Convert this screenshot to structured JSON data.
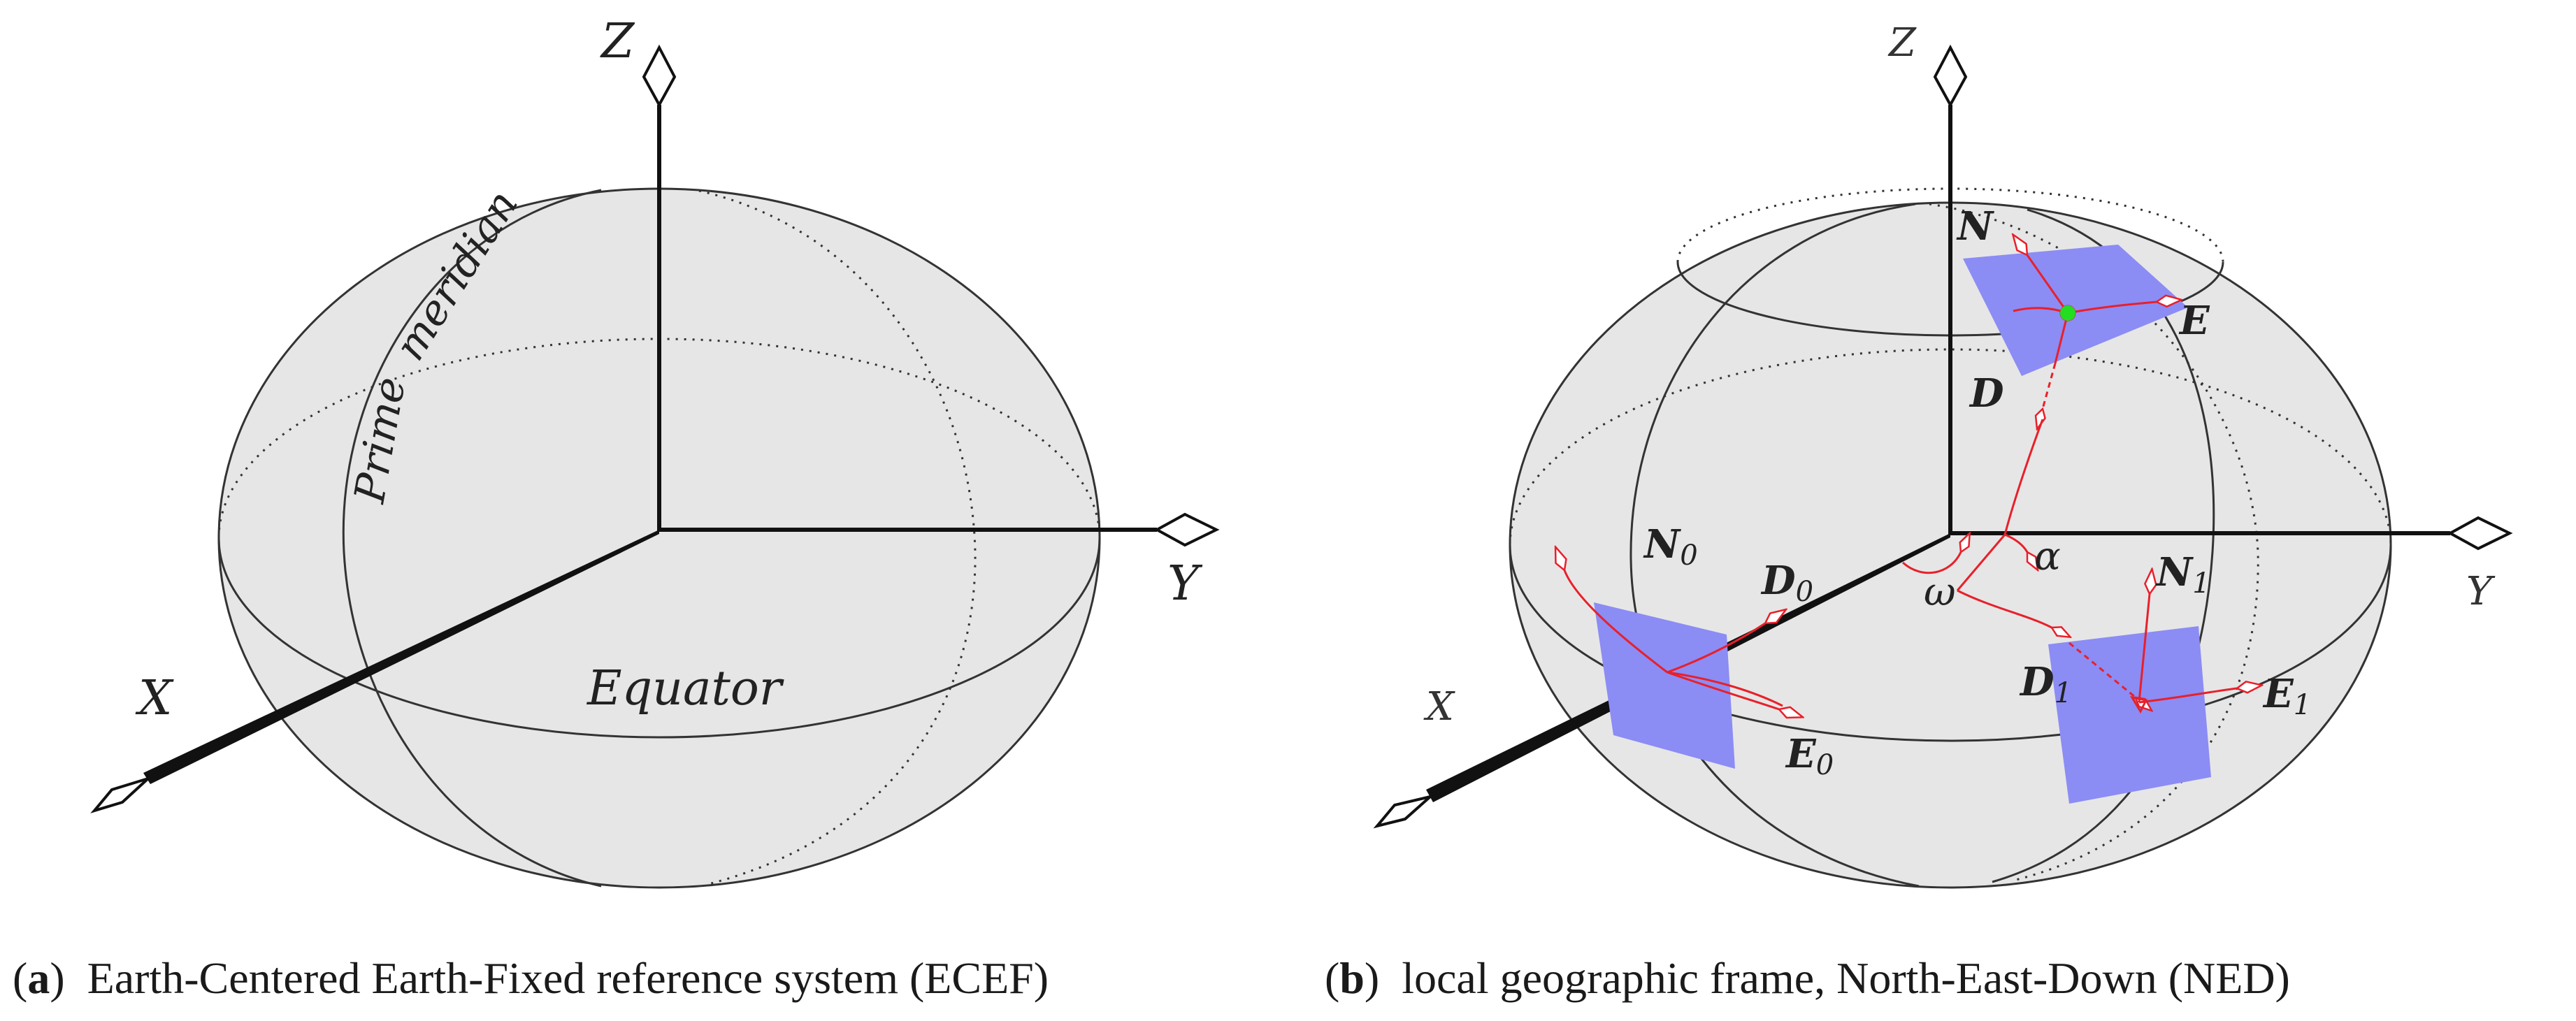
{
  "panel_a": {
    "axes": {
      "x": "X",
      "y": "Y",
      "z": "Z"
    },
    "labels": {
      "prime": "Prime",
      "meridian": "meridian",
      "equator": "Equator"
    },
    "caption": {
      "tag": "a",
      "text": "Earth-Centered Earth-Fixed reference system (ECEF)"
    }
  },
  "panel_b": {
    "axes": {
      "x": "X",
      "y": "Y",
      "z": "Z"
    },
    "top_frame": {
      "n": "N",
      "e": "E",
      "d": "D"
    },
    "frame0": {
      "n": "N",
      "e": "E",
      "d": "D",
      "sub": "0"
    },
    "frame1": {
      "n": "N",
      "e": "E",
      "d": "D",
      "sub": "1"
    },
    "angles": {
      "omega": "ω",
      "alpha": "α"
    },
    "caption": {
      "tag": "b",
      "text": "local geographic frame, North-East-Down (NED)"
    }
  },
  "colors": {
    "sphere_fill": "#e6e6e6",
    "line": "#222222",
    "vector": "#e8202a",
    "plane": "#8c8cf5",
    "point": "#22dd22"
  }
}
